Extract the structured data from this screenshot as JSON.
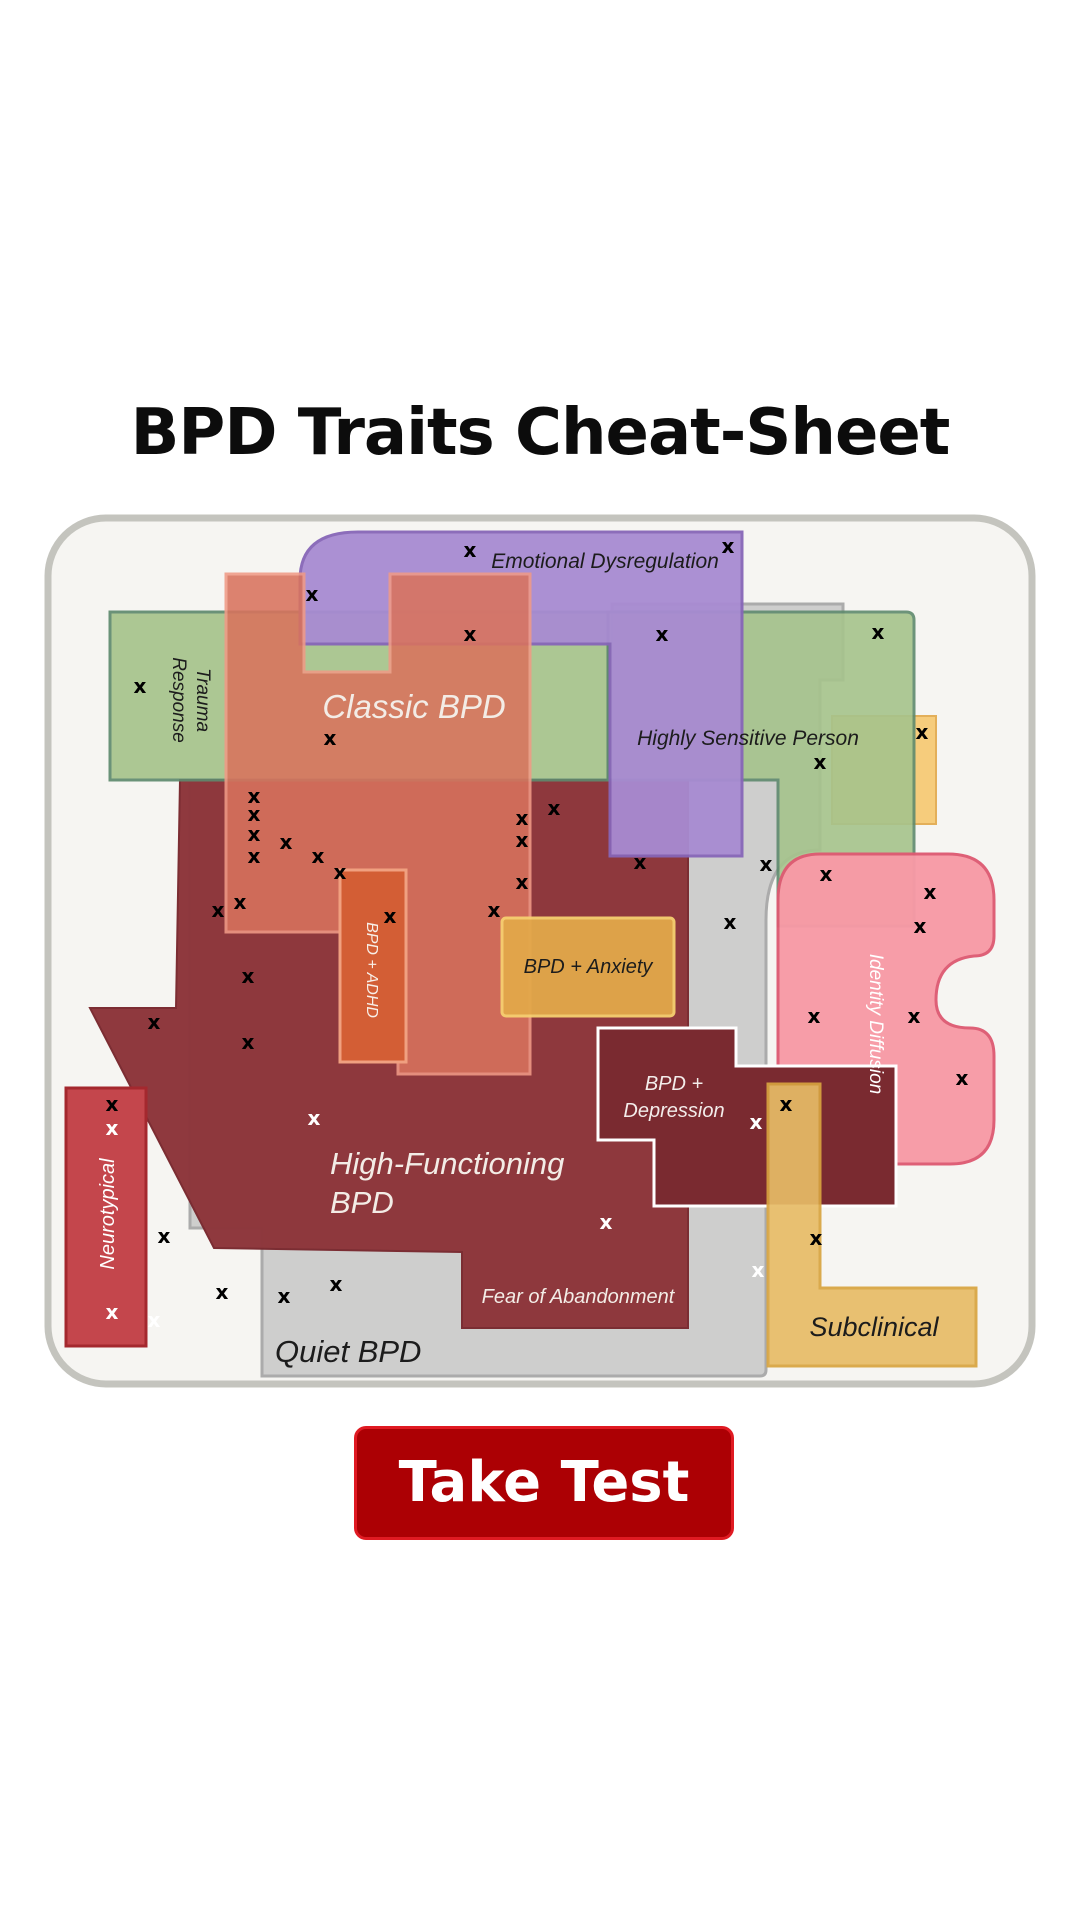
{
  "title": "BPD Traits Cheat-Sheet",
  "button": {
    "label": "Take Test"
  },
  "regions": {
    "quiet_bpd": {
      "label": "Quiet BPD",
      "color": "#cccccc"
    },
    "high_functioning_bpd": {
      "label_line1": "High-Functioning",
      "label_line2": "BPD",
      "color": "#8d363b"
    },
    "fear_of_abandonment": {
      "label": "Fear of Abandonment"
    },
    "trauma_response": {
      "label_line1": "Trauma",
      "label_line2": "Response",
      "color": "#a6c48c"
    },
    "classic_bpd": {
      "label": "Classic BPD",
      "color": "#d9735d"
    },
    "emotional_dysregulation": {
      "label": "Emotional Dysregulation",
      "color": "#a88bd2"
    },
    "highly_sensitive_person": {
      "label": "Highly Sensitive Person"
    },
    "bpd_adhd": {
      "label": "BPD + ADHD",
      "color": "#d35e35"
    },
    "bpd_anxiety": {
      "label": "BPD + Anxiety",
      "color": "#e2a84a"
    },
    "bpd_depression": {
      "label_line1": "BPD +",
      "label_line2": "Depression",
      "color": "#7a2a30"
    },
    "identity_diffusion": {
      "label": "Identity Diffusion",
      "color": "#f89aa6"
    },
    "neurotypical": {
      "label": "Neurotypical",
      "color": "#c4464c"
    },
    "subclinical": {
      "label": "Subclinical",
      "color": "#e7bc67"
    }
  },
  "marker_symbol": "x"
}
